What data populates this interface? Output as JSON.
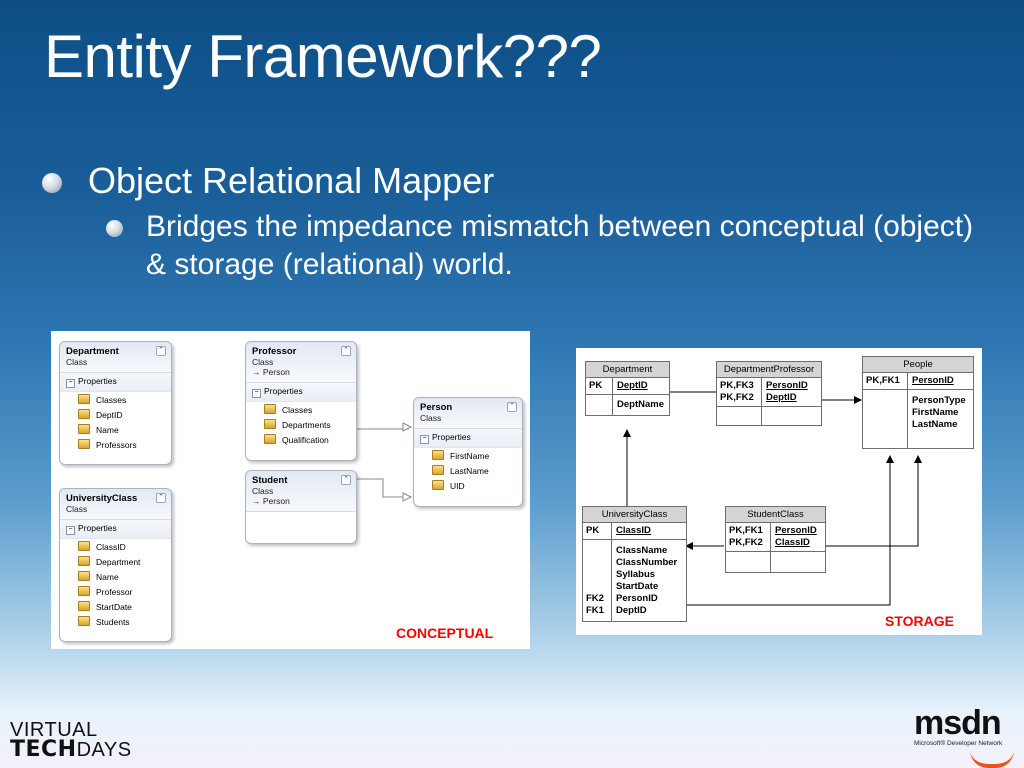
{
  "slide": {
    "title": "Entity Framework???",
    "bullet1": "Object Relational Mapper",
    "bullet2": "Bridges the impedance mismatch between conceptual (object) & storage (relational) world."
  },
  "conceptual": {
    "label": "CONCEPTUAL",
    "section_label": "Properties",
    "classes": {
      "department": {
        "name": "Department",
        "kind": "Class",
        "props": [
          "Classes",
          "DeptID",
          "Name",
          "Professors"
        ]
      },
      "universityclass": {
        "name": "UniversityClass",
        "kind": "Class",
        "props": [
          "ClassID",
          "Department",
          "Name",
          "Professor",
          "StartDate",
          "Students"
        ]
      },
      "professor": {
        "name": "Professor",
        "kind": "Class",
        "base": "→ Person",
        "props": [
          "Classes",
          "Departments",
          "Qualification"
        ]
      },
      "student": {
        "name": "Student",
        "kind": "Class",
        "base": "→ Person"
      },
      "person": {
        "name": "Person",
        "kind": "Class",
        "props": [
          "FirstName",
          "LastName",
          "UID"
        ]
      }
    }
  },
  "storage": {
    "label": "STORAGE",
    "tables": {
      "department": {
        "name": "Department",
        "keys": [
          "PK",
          ""
        ],
        "fields": [
          "DeptID",
          "DeptName"
        ]
      },
      "deptprof": {
        "name": "DepartmentProfessor",
        "keys": [
          "PK,FK3",
          "PK,FK2"
        ],
        "fields": [
          "PersonID",
          "DeptID"
        ]
      },
      "people": {
        "name": "People",
        "keys": [
          "PK,FK1",
          ""
        ],
        "fields": [
          "PersonID",
          "PersonType",
          "FirstName",
          "LastName"
        ]
      },
      "universityclass": {
        "name": "UniversityClass",
        "keys": [
          "PK",
          "FK2",
          "FK1"
        ],
        "fields": [
          "ClassID",
          "ClassName",
          "ClassNumber",
          "Syllabus",
          "StartDate",
          "PersonID",
          "DeptID"
        ]
      },
      "studentclass": {
        "name": "StudentClass",
        "keys": [
          "PK,FK1",
          "PK,FK2"
        ],
        "fields": [
          "PersonID",
          "ClassID"
        ]
      }
    }
  },
  "branding": {
    "vtd_line1": "VIRTUAL",
    "vtd_tech": "TECH",
    "vtd_days": "DAYS",
    "msdn_word": "msdn",
    "msdn_sub": "Microsoft® Developer Network"
  }
}
